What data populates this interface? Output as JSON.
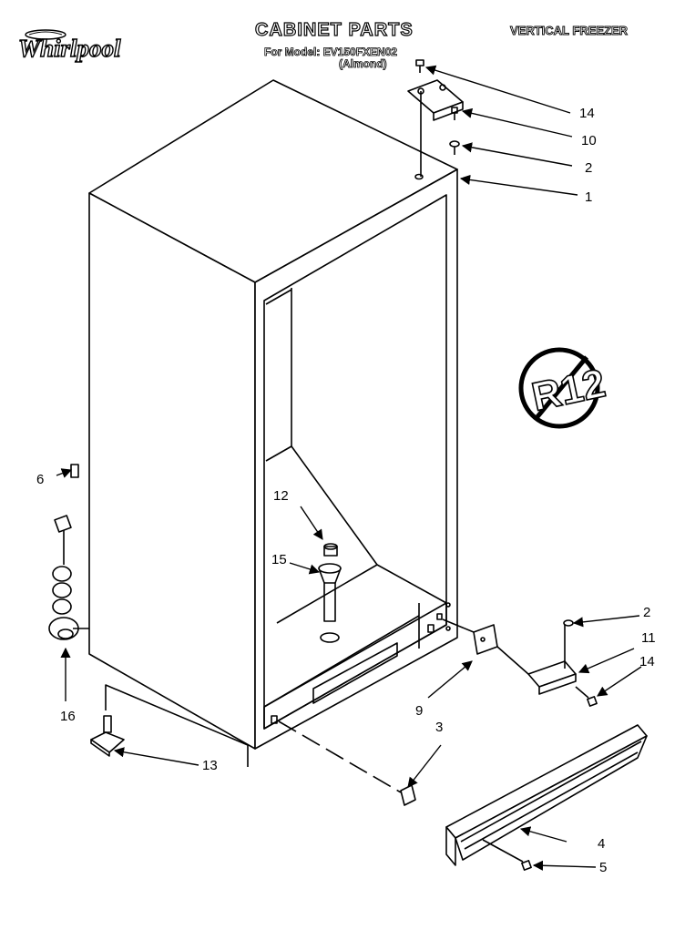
{
  "header": {
    "title": "CABINET PARTS",
    "subtitle": "VERTICAL FREEZER",
    "model_line": "For Model: EV150FXEN02",
    "variant": "(Almond)"
  },
  "logo": {
    "brand": "Whirlpool"
  },
  "badge": {
    "text": "R12",
    "icon": "no-r12-icon"
  },
  "callouts": {
    "c1": "1",
    "c2a": "2",
    "c2b": "2",
    "c3": "3",
    "c4": "4",
    "c5": "5",
    "c6": "6",
    "c9": "9",
    "c10": "10",
    "c11": "11",
    "c12": "12",
    "c13": "13",
    "c14a": "14",
    "c14b": "14",
    "c15": "15",
    "c16": "16"
  }
}
